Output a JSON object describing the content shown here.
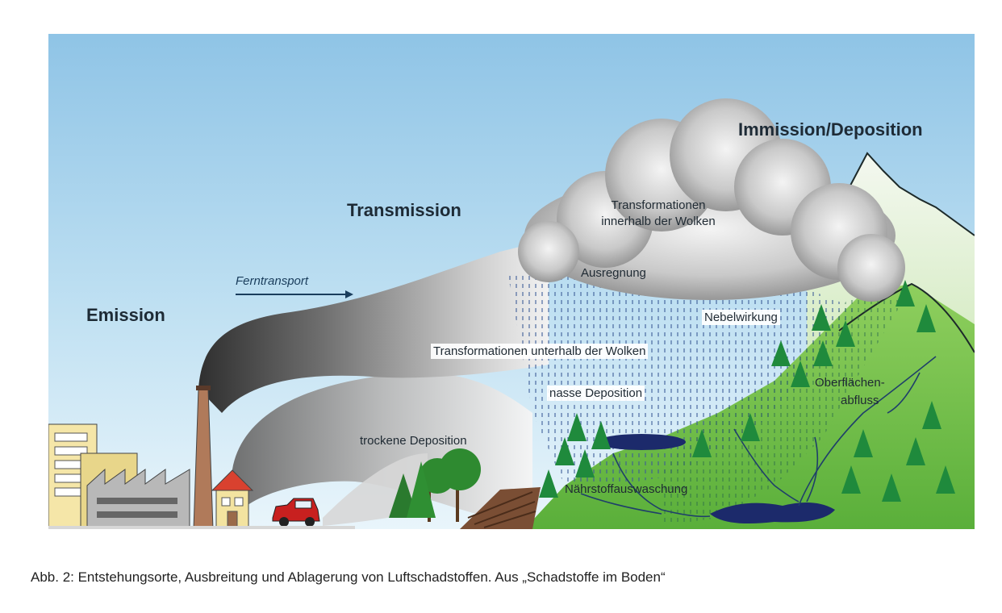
{
  "labels": {
    "emission": "Emission",
    "transmission": "Transmission",
    "immission": "Immission/Deposition",
    "ferntransport": "Ferntransport",
    "transform_in_1": "Transformationen",
    "transform_in_2": "innerhalb der Wolken",
    "ausregnung": "Ausregnung",
    "nebelwirkung": "Nebelwirkung",
    "transform_below": "Transformationen unterhalb der Wolken",
    "nasse": "nasse Deposition",
    "trockene": "trockene Deposition",
    "oberflaechen_1": "Oberflächen-",
    "oberflaechen_2": "abfluss",
    "naehrstoff": "Nährstoffauswaschung"
  },
  "caption": "Abb. 2: Entstehungsorte, Ausbreitung und Ablagerung von Luftschadstoffen. Aus „Schadstoffe im Boden“"
}
